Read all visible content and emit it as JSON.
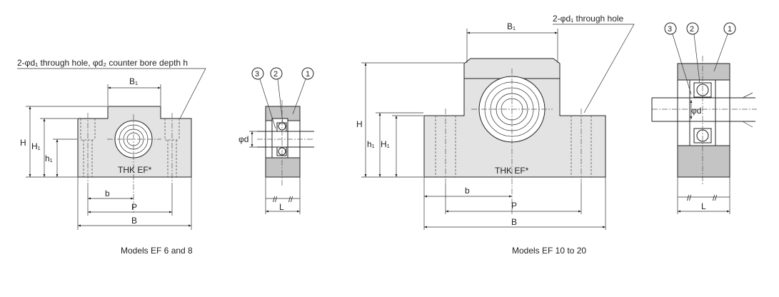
{
  "figures": [
    {
      "caption": "Models EF 6 and 8",
      "callout": "2-φd₁ through hole, φd₂ counter bore depth h",
      "front_dims": {
        "B1": "B₁",
        "H": "H",
        "H1": "H₁",
        "h1": "h₁",
        "b": "b",
        "P": "P",
        "B": "B"
      },
      "body_label": "THK EF*",
      "side_dims": {
        "d": "φd",
        "L": "L"
      },
      "parts": [
        "1",
        "2",
        "3"
      ]
    },
    {
      "caption": "Models EF 10 to 20",
      "callout": "2-φd₁ through hole",
      "front_dims": {
        "B1": "B₁",
        "H": "H",
        "H1": "H₁",
        "h1": "h₁",
        "b": "b",
        "P": "P",
        "B": "B"
      },
      "body_label": "THK EF*",
      "side_dims": {
        "d": "φd",
        "L": "L"
      },
      "parts": [
        "1",
        "2",
        "3"
      ]
    }
  ]
}
